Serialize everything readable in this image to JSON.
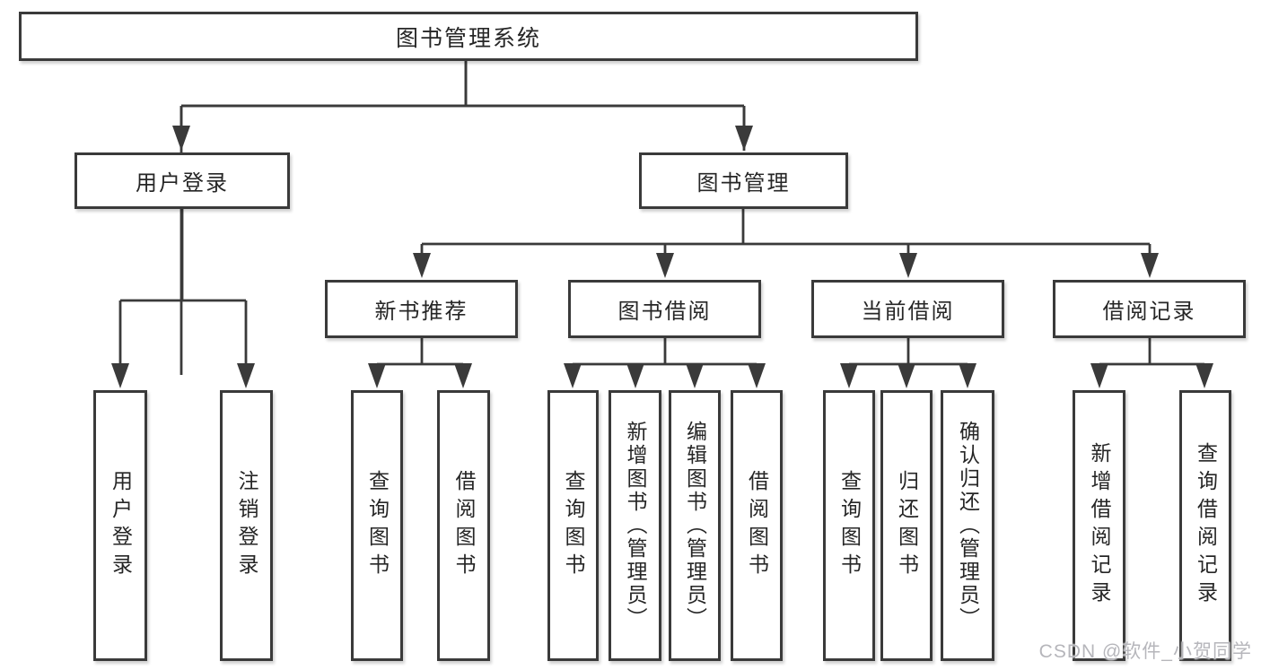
{
  "colors": {
    "line": "#3a3a3a",
    "text": "#262626",
    "background": "#ffffff",
    "watermark": "#b6b6bb"
  },
  "diagram": {
    "root": {
      "label": "图书管理系统"
    },
    "branches": [
      {
        "label": "用户登录",
        "children": [
          {
            "label": "用户登录"
          },
          {
            "label": "注销登录"
          }
        ]
      },
      {
        "label": "图书管理",
        "children": [
          {
            "label": "新书推荐",
            "children": [
              {
                "label": "查询图书"
              },
              {
                "label": "借阅图书"
              }
            ]
          },
          {
            "label": "图书借阅",
            "children": [
              {
                "label": "查询图书"
              },
              {
                "label": "新增图书（管理员）"
              },
              {
                "label": "编辑图书（管理员）"
              },
              {
                "label": "借阅图书"
              }
            ]
          },
          {
            "label": "当前借阅",
            "children": [
              {
                "label": "查询图书"
              },
              {
                "label": "归还图书"
              },
              {
                "label": "确认归还（管理员）"
              }
            ]
          },
          {
            "label": "借阅记录",
            "children": [
              {
                "label": "新增借阅记录"
              },
              {
                "label": "查询借阅记录"
              }
            ]
          }
        ]
      }
    ]
  },
  "watermark": {
    "text": "CSDN @软件_小贺同学"
  }
}
